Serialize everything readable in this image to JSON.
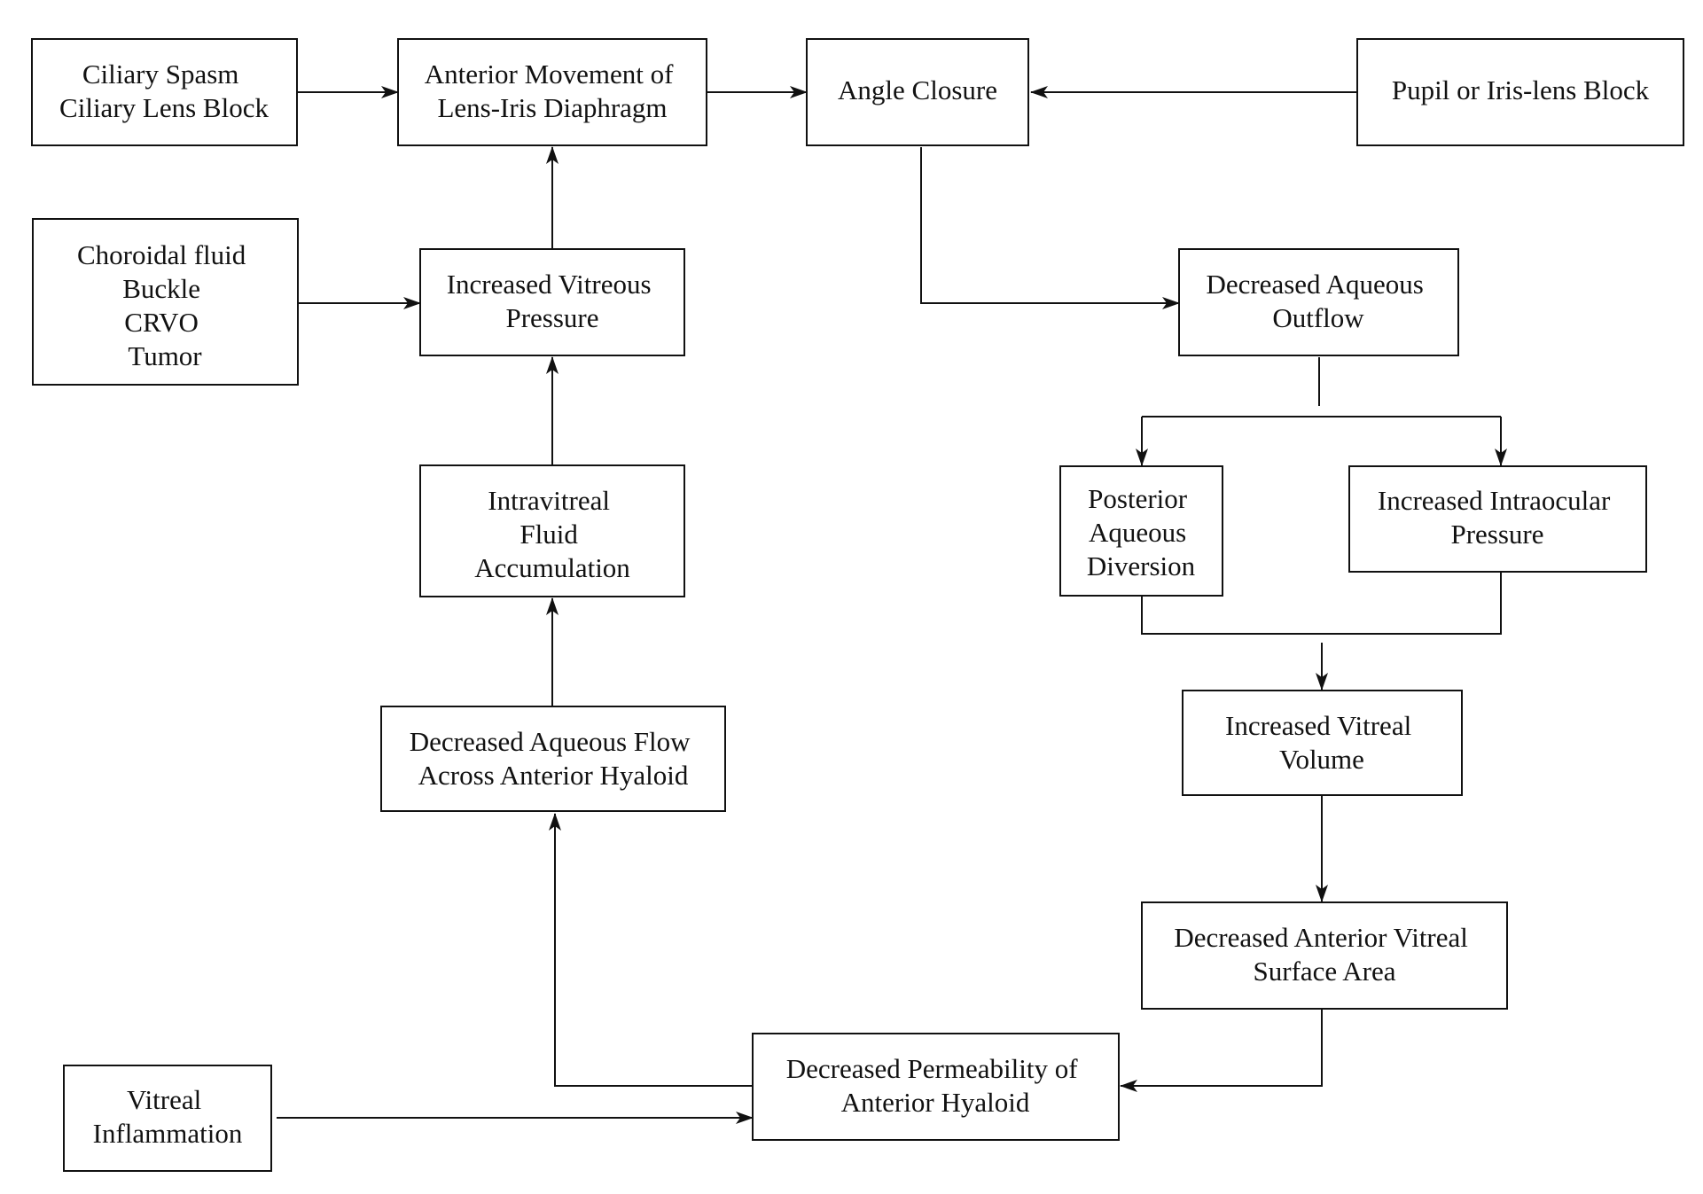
{
  "nodes": [
    {
      "id": "ciliary",
      "lines": [
        "Ciliary Spasm",
        "Ciliary Lens Block"
      ]
    },
    {
      "id": "anterior-movement",
      "lines": [
        "Anterior Movement of",
        "Lens-Iris Diaphragm"
      ]
    },
    {
      "id": "angle-closure",
      "lines": [
        "Angle Closure"
      ]
    },
    {
      "id": "pupil-block",
      "lines": [
        "Pupil or Iris-lens Block"
      ]
    },
    {
      "id": "choroidal",
      "lines": [
        "Choroidal fluid",
        "Buckle",
        "CRVO",
        "Tumor"
      ]
    },
    {
      "id": "vitreous-pressure",
      "lines": [
        "Increased Vitreous",
        "Pressure"
      ]
    },
    {
      "id": "aqueous-outflow",
      "lines": [
        "Decreased Aqueous",
        "Outflow"
      ]
    },
    {
      "id": "intravitreal-fluid",
      "lines": [
        "Intravitreal",
        "Fluid",
        "Accumulation"
      ]
    },
    {
      "id": "posterior-diversion",
      "lines": [
        "Posterior",
        "Aqueous",
        "Diversion"
      ]
    },
    {
      "id": "intraocular-pressure",
      "lines": [
        "Increased Intraocular",
        "Pressure"
      ]
    },
    {
      "id": "aqueous-flow-hyaloid",
      "lines": [
        "Decreased Aqueous Flow",
        "Across Anterior Hyaloid"
      ]
    },
    {
      "id": "vitreal-volume",
      "lines": [
        "Increased Vitreal",
        "Volume"
      ]
    },
    {
      "id": "vitreal-surface",
      "lines": [
        "Decreased Anterior Vitreal",
        "Surface Area"
      ]
    },
    {
      "id": "hyaloid-permeability",
      "lines": [
        "Decreased Permeability of",
        "Anterior Hyaloid"
      ]
    },
    {
      "id": "vitreal-inflammation",
      "lines": [
        "Vitreal",
        "Inflammation"
      ]
    }
  ],
  "edges": [
    {
      "from": "ciliary",
      "to": "anterior-movement"
    },
    {
      "from": "anterior-movement",
      "to": "angle-closure"
    },
    {
      "from": "pupil-block",
      "to": "angle-closure"
    },
    {
      "from": "choroidal",
      "to": "vitreous-pressure"
    },
    {
      "from": "vitreous-pressure",
      "to": "anterior-movement"
    },
    {
      "from": "intravitreal-fluid",
      "to": "vitreous-pressure"
    },
    {
      "from": "aqueous-flow-hyaloid",
      "to": "intravitreal-fluid"
    },
    {
      "from": "angle-closure",
      "to": "aqueous-outflow"
    },
    {
      "from": "aqueous-outflow",
      "to": "posterior-diversion"
    },
    {
      "from": "aqueous-outflow",
      "to": "intraocular-pressure"
    },
    {
      "from": "posterior-diversion",
      "to": "vitreal-volume"
    },
    {
      "from": "intraocular-pressure",
      "to": "vitreal-volume"
    },
    {
      "from": "vitreal-volume",
      "to": "vitreal-surface"
    },
    {
      "from": "vitreal-surface",
      "to": "hyaloid-permeability"
    },
    {
      "from": "vitreal-inflammation",
      "to": "hyaloid-permeability"
    },
    {
      "from": "hyaloid-permeability",
      "to": "aqueous-flow-hyaloid"
    }
  ]
}
